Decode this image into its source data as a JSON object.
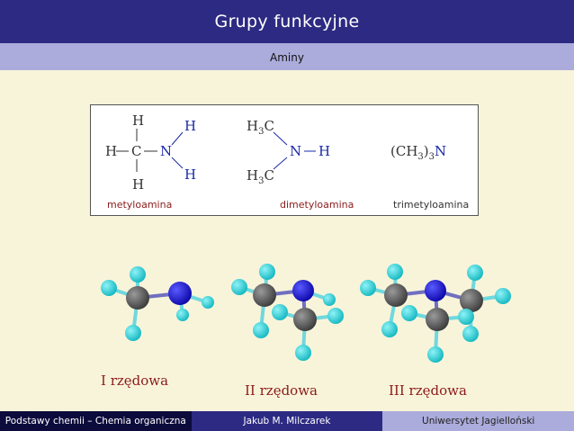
{
  "slide": {
    "title": "Grupy funkcyjne",
    "subtitle": "Aminy"
  },
  "formulas": {
    "h": "H",
    "c": "C",
    "n": "N",
    "h3c": "H",
    "sub3": "3",
    "ch3": "(CH",
    "close": ")",
    "names": [
      "metyloamina",
      "dimetyloamina",
      "trimetyloamina"
    ]
  },
  "orders": [
    "I rzędowa",
    "II rzędowa",
    "III rzędowa"
  ],
  "footer": {
    "left": "Podstawy chemii – Chemia organiczna",
    "center": "Jakub M. Milczarek",
    "right": "Uniwersytet Jagielloński"
  },
  "colors": {
    "carbon": "#5a5a5a",
    "nitrogen": "#1a14d8",
    "hydrogen": "#1ad0d8",
    "title_bar": "#2d2a83",
    "subtitle_bar": "#ababdc"
  }
}
